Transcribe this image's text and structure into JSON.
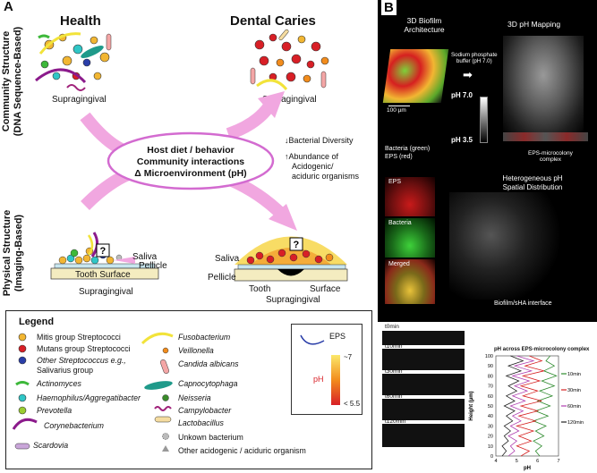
{
  "panel_a": {
    "letter": "A",
    "health_title": "Health",
    "caries_title": "Dental Caries",
    "community_axis": "Community Structure\n(DNA Sequence-Based)",
    "physical_axis": "Physical Structure\n(Imaging-Based)",
    "supragingival_1": "Supragingival",
    "supragingival_2": "Supragingival",
    "host_line1": "Host diet / behavior",
    "host_line2": "Community interactions",
    "host_line3": "Δ Microenvironment (pH)",
    "bacterial_diversity": "Bacterial Diversity",
    "abundance_l1": "Abundance of",
    "abundance_l2": "Acidogenic/",
    "abundance_l3": "aciduric organisms",
    "saliva_left": "Saliva",
    "pellicle_left": "Pellicle",
    "tooth_surface": "Tooth Surface",
    "supragingival_3": "Supragingival",
    "saliva_right": "Saliva",
    "pellicle_right": "Pellicle",
    "tooth_right": "Tooth",
    "surface_right": "Surface",
    "supragingival_4": "Supragingival",
    "question_mark": "?"
  },
  "legend": {
    "title": "Legend",
    "left": [
      "Mitis group Streptococci",
      "Mutans group Streptococci",
      "Other Streptococcus e.g.,",
      "Salivarius group",
      "Actinomyces",
      "Haemophilus/Aggregatibacter",
      "Prevotella",
      "Corynebacterium",
      "Scardovia"
    ],
    "middle": [
      "Fusobacterium",
      "Veillonella",
      "Candida albicans",
      "Capnocytophaga",
      "Neisseria",
      "Campylobacter",
      "Lactobacillus",
      "Unkown bacterium",
      "Other acidogenic / aciduric organism"
    ],
    "eps": "EPS",
    "ph_label": "pH",
    "ph_high": "~7",
    "ph_low": "< 5.5",
    "colors": {
      "mitis": "#f2b632",
      "mutans": "#d81f26",
      "other_strep": "#2a3ea8",
      "actinomyces": "#3db83a",
      "haemophilus": "#2fc6c6",
      "prevotella": "#9acd32",
      "corynebacterium": "#8b1a8b",
      "scardovia": "#c9a6d9",
      "fusobacterium": "#f2e33a",
      "veillonella": "#f28c1c",
      "candida": "#f4a6a6",
      "capnocytophaga": "#1f9a8a",
      "neisseria": "#3a8a2a",
      "campylobacter": "#a0227a",
      "lactobacillus": "#f5dca0",
      "arrow": "#f1a7e0"
    }
  },
  "panel_b": {
    "letter": "B",
    "biofilm_title_l1": "3D Biofilm",
    "biofilm_title_l2": "Architecture",
    "ph_map_title": "3D pH Mapping",
    "buffer_l1": "Sodium phosphate",
    "buffer_l2": "buffer (pH 7.0)",
    "scale_bar": "100 µm",
    "ph_high": "pH 7.0",
    "ph_low": "pH 3.5",
    "bacteria_green": "Bacteria (green)",
    "eps_red": "EPS (red)",
    "eps_complex_l1": "EPS-microcolony",
    "eps_complex_l2": "complex",
    "hetero_l1": "Heterogeneous pH",
    "hetero_l2": "Spatial Distribution",
    "eps_label": "EPS",
    "bacteria_label": "Bacteria",
    "merged_label": "Merged",
    "interface": "Biofilm/sHA interface",
    "timepoints": [
      "t0min",
      "t10min",
      "t30min",
      "t60min",
      "t120min"
    ],
    "plot_title": "pH across EPS-microcolony complex",
    "plot_ylabel": "Height (µm)",
    "plot_xlabel": "pH",
    "plot_legend": [
      "10min",
      "30min",
      "60min",
      "120min"
    ]
  },
  "chart_data": {
    "type": "line",
    "title": "pH across EPS-microcolony complex",
    "xlabel": "pH",
    "ylabel": "Height (µm)",
    "xlim": [
      4,
      7
    ],
    "ylim": [
      0,
      100
    ],
    "x_ticks": [
      4,
      5,
      6,
      7
    ],
    "y_ticks": [
      0,
      10,
      20,
      30,
      40,
      50,
      60,
      70,
      80,
      90,
      100
    ],
    "series": [
      {
        "name": "10min",
        "color": "#2e8b2e",
        "values": [
          [
            6.6,
            100
          ],
          [
            6.4,
            95
          ],
          [
            6.8,
            90
          ],
          [
            6.3,
            85
          ],
          [
            6.9,
            80
          ],
          [
            6.2,
            75
          ],
          [
            6.8,
            70
          ],
          [
            6.1,
            65
          ],
          [
            6.7,
            60
          ],
          [
            6.0,
            55
          ],
          [
            6.6,
            50
          ],
          [
            5.9,
            45
          ],
          [
            6.5,
            40
          ],
          [
            5.8,
            35
          ],
          [
            6.4,
            30
          ],
          [
            5.9,
            25
          ],
          [
            6.3,
            20
          ],
          [
            5.8,
            15
          ],
          [
            6.2,
            10
          ],
          [
            5.9,
            5
          ],
          [
            6.1,
            0
          ]
        ]
      },
      {
        "name": "30min",
        "color": "#d62020",
        "values": [
          [
            5.6,
            100
          ],
          [
            6.2,
            95
          ],
          [
            5.4,
            90
          ],
          [
            6.3,
            85
          ],
          [
            5.3,
            80
          ],
          [
            6.1,
            75
          ],
          [
            5.2,
            70
          ],
          [
            6.0,
            65
          ],
          [
            5.3,
            60
          ],
          [
            6.2,
            55
          ],
          [
            5.2,
            50
          ],
          [
            6.0,
            45
          ],
          [
            5.1,
            40
          ],
          [
            5.9,
            35
          ],
          [
            5.0,
            30
          ],
          [
            5.8,
            25
          ],
          [
            5.1,
            20
          ],
          [
            5.7,
            15
          ],
          [
            5.0,
            10
          ],
          [
            5.6,
            5
          ],
          [
            5.2,
            0
          ]
        ]
      },
      {
        "name": "60min",
        "color": "#b040b0",
        "values": [
          [
            5.0,
            100
          ],
          [
            5.8,
            95
          ],
          [
            4.9,
            90
          ],
          [
            5.7,
            85
          ],
          [
            4.8,
            80
          ],
          [
            5.6,
            75
          ],
          [
            4.9,
            70
          ],
          [
            5.5,
            65
          ],
          [
            4.8,
            60
          ],
          [
            5.4,
            55
          ],
          [
            4.7,
            50
          ],
          [
            5.3,
            45
          ],
          [
            4.8,
            40
          ],
          [
            5.2,
            35
          ],
          [
            4.7,
            30
          ],
          [
            5.1,
            25
          ],
          [
            4.6,
            20
          ],
          [
            5.0,
            15
          ],
          [
            4.7,
            10
          ],
          [
            4.9,
            5
          ],
          [
            4.6,
            0
          ]
        ]
      },
      {
        "name": "120min",
        "color": "#222222",
        "values": [
          [
            4.7,
            100
          ],
          [
            5.3,
            95
          ],
          [
            4.6,
            90
          ],
          [
            5.2,
            85
          ],
          [
            4.5,
            80
          ],
          [
            5.1,
            75
          ],
          [
            4.6,
            70
          ],
          [
            5.0,
            65
          ],
          [
            4.5,
            60
          ],
          [
            4.9,
            55
          ],
          [
            4.4,
            50
          ],
          [
            4.9,
            45
          ],
          [
            4.5,
            40
          ],
          [
            4.8,
            35
          ],
          [
            4.4,
            30
          ],
          [
            4.7,
            25
          ],
          [
            4.4,
            20
          ],
          [
            4.6,
            15
          ],
          [
            4.3,
            10
          ],
          [
            4.5,
            5
          ],
          [
            4.3,
            0
          ]
        ]
      }
    ]
  }
}
